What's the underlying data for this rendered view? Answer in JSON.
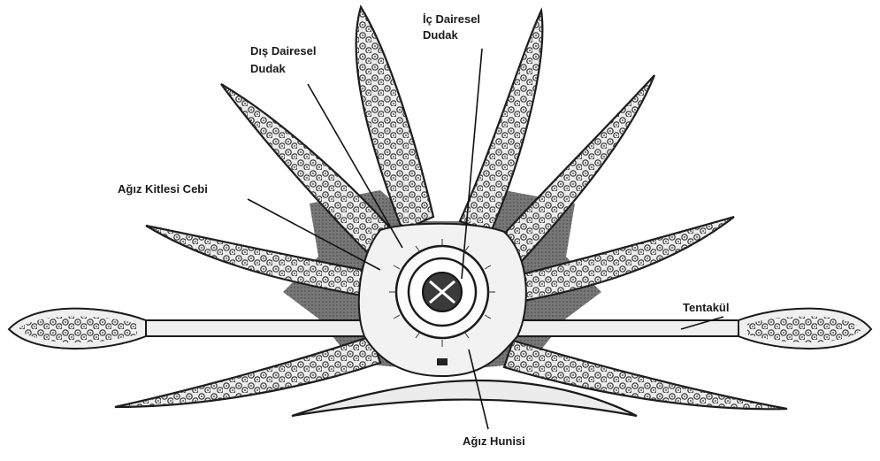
{
  "labels": {
    "inner_lip_line1": "İç Dairesel",
    "inner_lip_line2": "Dudak",
    "outer_lip_line1": "Dış Dairesel",
    "outer_lip_line2": "Dudak",
    "mouth_pocket": "Ağız Kitlesi Cebi",
    "tentacle": "Tentakül",
    "mouth_funnel": "Ağız Hunisi"
  },
  "colors": {
    "outline": "#1a1a1a",
    "fill": "#ececec",
    "shade": "#6a6a6a"
  }
}
